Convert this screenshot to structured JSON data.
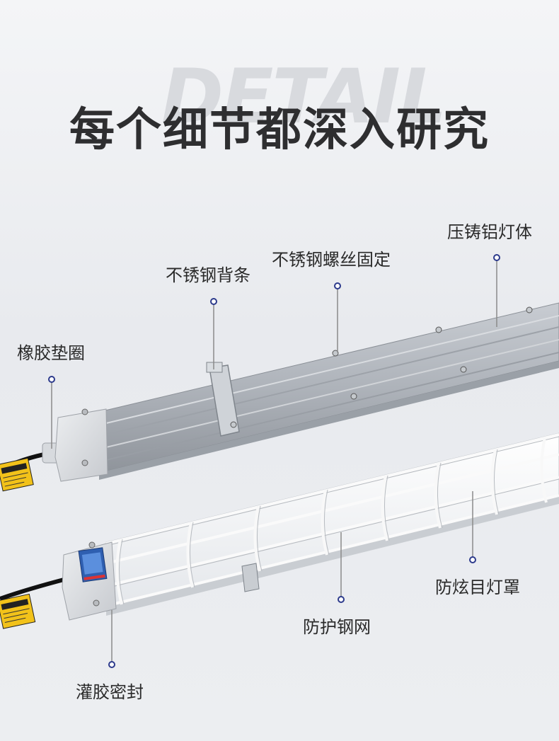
{
  "watermark": "DETAIL",
  "headline": "每个细节都深入研究",
  "callouts": {
    "rubber_gasket": "橡胶垫圈",
    "stainless_back_strip": "不锈钢背条",
    "stainless_screw": "不锈钢螺丝固定",
    "die_cast_body": "压铸铝灯体",
    "explosion_proof_cover": "防炫目灯罩",
    "protective_mesh": "防护钢网",
    "potting_seal": "灌胶密封"
  },
  "colors": {
    "accent_dot": "#2c3a8c",
    "leader_line": "#8a8a8a",
    "headline": "#2e2e30"
  }
}
